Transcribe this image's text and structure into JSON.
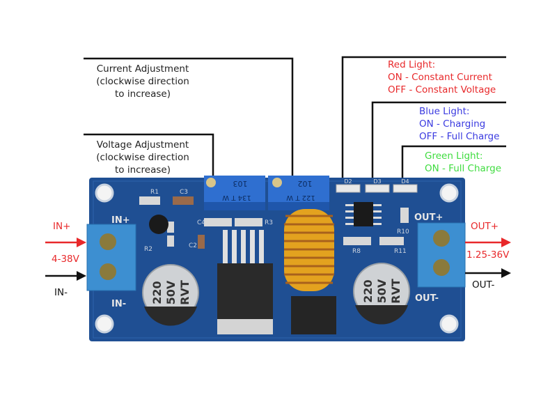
{
  "annotations": {
    "current_adjustment": [
      "Current Adjustment",
      "(clockwise direction",
      "to increase)"
    ],
    "voltage_adjustment": [
      "Voltage Adjustment",
      "(clockwise direction",
      "to increase)"
    ],
    "red_light": [
      "Red Light:",
      "ON - Constant Current",
      "OFF - Constant Voltage"
    ],
    "blue_light": [
      "Blue Light:",
      "ON - Charging",
      "OFF - Full Charge"
    ],
    "green_light": [
      "Green Light:",
      "ON - Full Charge"
    ]
  },
  "terminals": {
    "in_plus": "IN+",
    "in_range": "4-38V",
    "in_minus": "IN-",
    "out_plus": "OUT+",
    "out_range": "1.25-36V",
    "out_minus": "OUT-"
  },
  "board_labels": {
    "in_plus": "IN+",
    "in_minus": "IN-",
    "out_plus": "OUT+",
    "out_minus": "OUT-",
    "r1": "R1",
    "c3": "C3",
    "r2": "R2",
    "c4": "C4",
    "r3": "R3",
    "c2": "C2",
    "r8": "R8",
    "r10": "R10",
    "r11": "R11",
    "d2": "D2",
    "d3": "D3",
    "d4": "D4",
    "pot1_code": "103",
    "pot1_sub": "134 T W",
    "pot2_code": "102",
    "pot2_sub": "122 T W",
    "cap_text": [
      "220",
      "50V",
      "RVT"
    ]
  },
  "colors": {
    "board": "#1f4f93",
    "red": "#e8282a",
    "blue": "#3a3ae0",
    "green": "#3fdc3f",
    "terminal": "#3d8fd1"
  }
}
